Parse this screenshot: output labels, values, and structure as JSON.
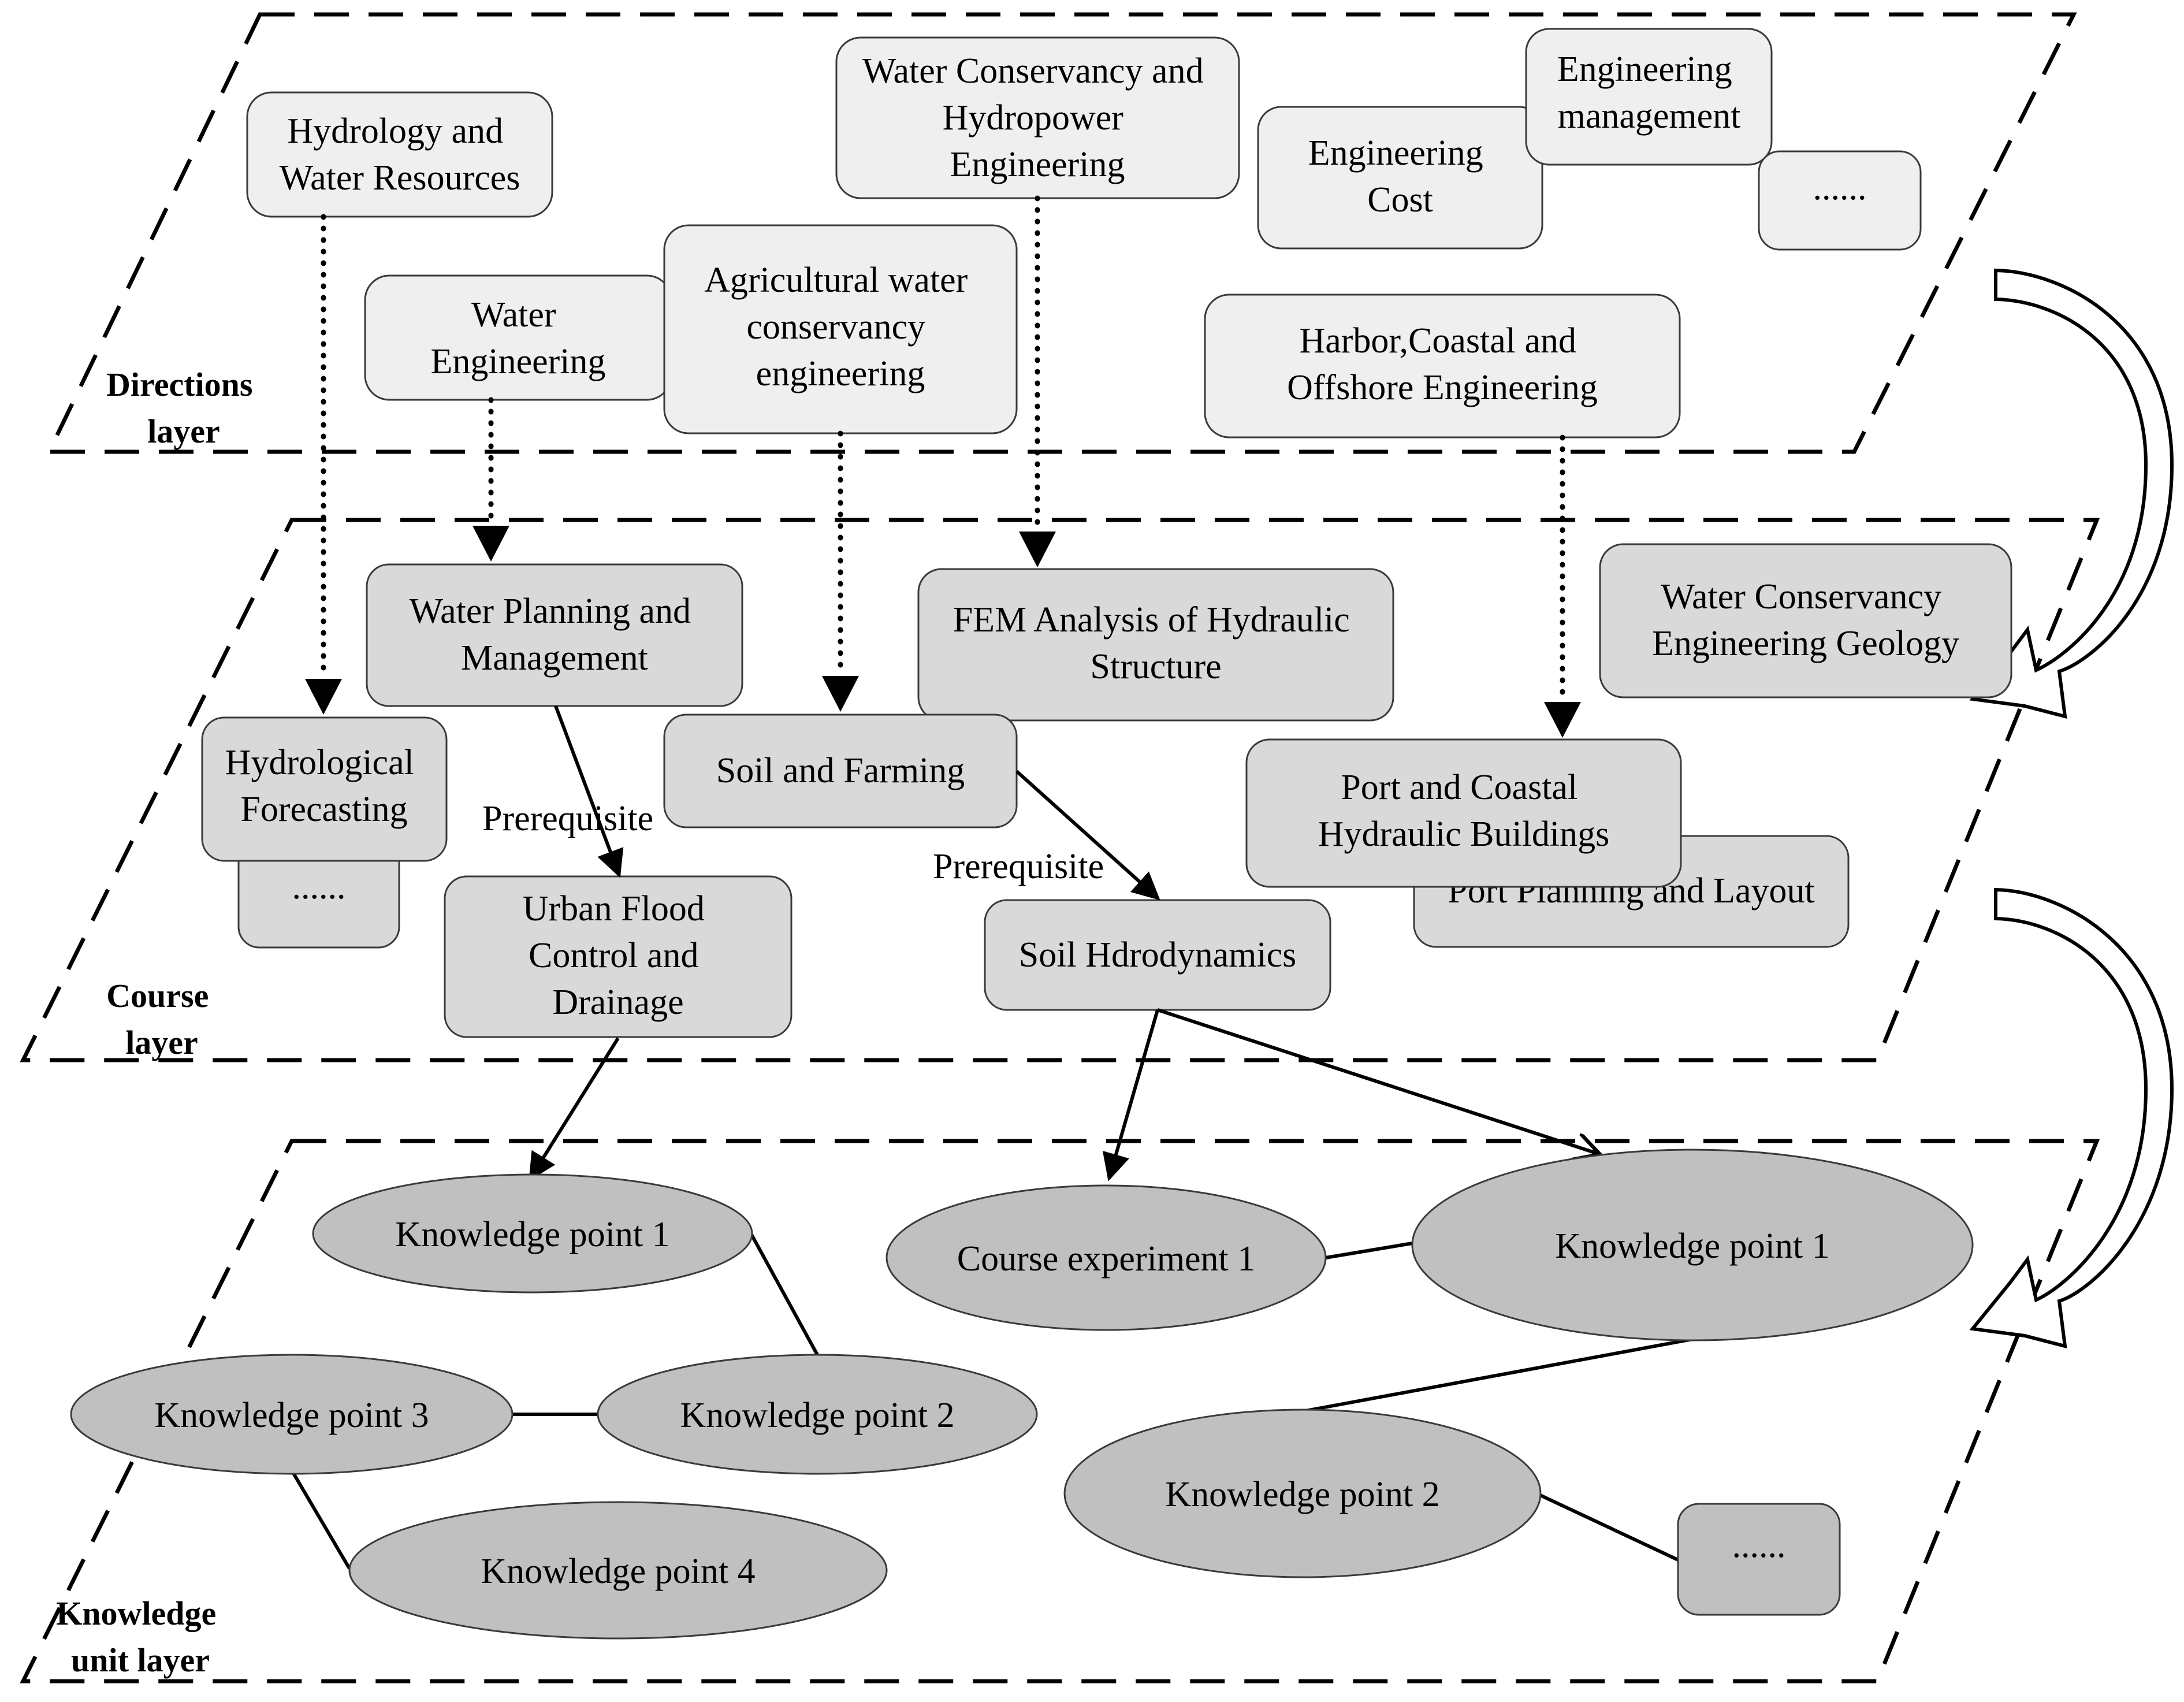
{
  "layers": {
    "directions": [
      "Directions",
      "layer"
    ],
    "course": [
      "Course",
      "layer"
    ],
    "knowledge": [
      "Knowledge",
      "unit layer"
    ]
  },
  "directions": {
    "hydrology": [
      "Hydrology and",
      "Water Resources"
    ],
    "water_conservancy": [
      "Water Conservancy and",
      "Hydropower",
      "Engineering"
    ],
    "eng_management": [
      "Engineering",
      "management"
    ],
    "eng_cost": [
      "Engineering",
      "Cost"
    ],
    "more": [
      "......"
    ],
    "water_eng": [
      "Water",
      "Engineering"
    ],
    "agri": [
      "Agricultural water",
      "conservancy",
      "engineering"
    ],
    "harbor": [
      "Harbor,Coastal and",
      "Offshore Engineering"
    ]
  },
  "courses": {
    "water_planning": [
      "Water Planning and",
      "Management"
    ],
    "fem": [
      "FEM Analysis of Hydraulic",
      "Structure"
    ],
    "geology": [
      "Water Conservancy",
      "Engineering Geology"
    ],
    "hydro_forecast": [
      "Hydrological",
      "Forecasting"
    ],
    "more": [
      "......"
    ],
    "soil_farming": [
      "Soil and Farming"
    ],
    "port_coastal": [
      "Port and Coastal",
      "Hydraulic Buildings"
    ],
    "port_planning": [
      "Port Planning and Layout"
    ],
    "urban_flood": [
      "Urban Flood",
      "Control and",
      "Drainage"
    ],
    "soil_hydro": [
      "Soil Hdrodynamics"
    ],
    "prerequisite_1": "Prerequisite",
    "prerequisite_2": "Prerequisite"
  },
  "knowledge": {
    "left_kp1": "Knowledge point 1",
    "left_kp2": "Knowledge point 2",
    "left_kp3": "Knowledge point 3",
    "left_kp4": "Knowledge point 4",
    "course_exp": "Course experiment 1",
    "right_kp1": "Knowledge point 1",
    "right_kp2": "Knowledge point 2",
    "more": [
      "......"
    ]
  }
}
